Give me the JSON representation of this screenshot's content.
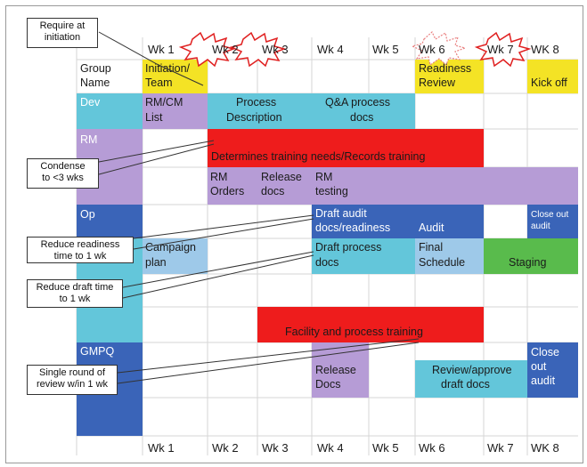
{
  "headers_top": [
    "Wk 1",
    "Wk 2",
    "Wk 3",
    "Wk 4",
    "Wk 5",
    "Wk 6",
    "Wk 7",
    "WK 8"
  ],
  "headers_bottom": [
    "Wk 1",
    "Wk 2",
    "Wk 3",
    "Wk 4",
    "Wk 5",
    "Wk 6",
    "Wk 7",
    "WK 8"
  ],
  "groups": {
    "group_name": [
      "Group",
      "Name"
    ],
    "dev": "Dev",
    "rm": "RM",
    "op": "Op",
    "gmpq": "GMPQ"
  },
  "tasks": {
    "initiation": [
      "Initiation/",
      "Team"
    ],
    "readiness": [
      "Readiness",
      "Review"
    ],
    "kickoff": "Kick off",
    "rmcm": [
      "RM/CM",
      "List"
    ],
    "process_desc": [
      "Process",
      "Description"
    ],
    "qa_docs": [
      "Q&A process",
      "docs"
    ],
    "training": "Determines training needs/Records training",
    "rm_orders": [
      "RM",
      "Orders"
    ],
    "release_docs_rm": [
      "Release",
      "docs"
    ],
    "rm_testing": [
      "RM",
      "testing"
    ],
    "draft_audit": [
      "Draft audit",
      "docs/readiness"
    ],
    "audit": "Audit",
    "close_out_op": [
      "Close out",
      "audit"
    ],
    "campaign": [
      "Campaign",
      "plan"
    ],
    "draft_process": [
      "Draft process",
      "docs"
    ],
    "final_schedule": [
      "Final",
      "Schedule"
    ],
    "staging": "Staging",
    "facility": "Facility and process training",
    "release_docs_gmpq": [
      "Release",
      "Docs"
    ],
    "review_approve": [
      "Review/approve",
      "draft docs"
    ],
    "close_out_gmpq": [
      "Close",
      "out",
      "audit"
    ]
  },
  "callouts": {
    "require": [
      "Require at",
      "initiation"
    ],
    "condense": [
      "Condense",
      "to <3 wks"
    ],
    "readiness_time": [
      "Reduce readiness",
      "time to 1 wk"
    ],
    "draft_time": [
      "Reduce draft time",
      "to 1 wk"
    ],
    "single_round": [
      "Single round of",
      "review w/in 1 wk"
    ]
  },
  "colors": {
    "yellow": "#f4e325",
    "cyan": "#63c6da",
    "purple": "#b69cd6",
    "red": "#ee1c1c",
    "blue": "#3a64b8",
    "lightblue": "#9ec9e9",
    "green": "#59bb4c",
    "grid": "#d6d6d6"
  }
}
